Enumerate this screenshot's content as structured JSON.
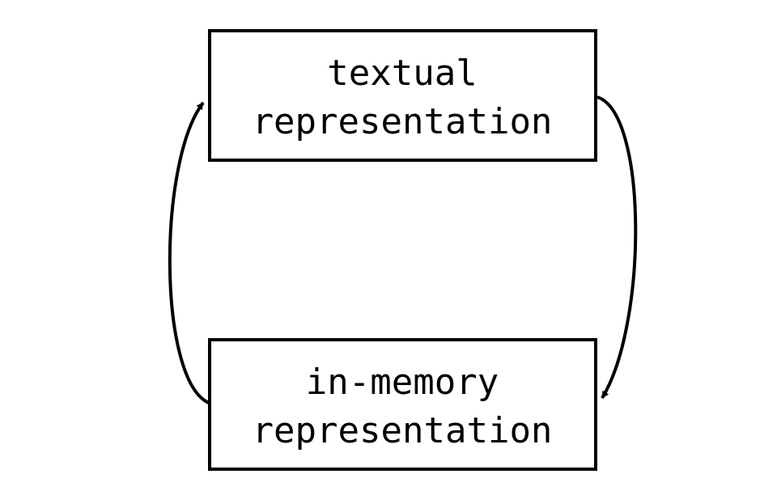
{
  "diagram": {
    "nodes": [
      {
        "id": "textual",
        "lines": [
          "textual",
          "representation"
        ]
      },
      {
        "id": "in-memory",
        "lines": [
          "in-memory",
          "representation"
        ]
      }
    ],
    "edges": [
      {
        "from": "textual",
        "to": "in-memory",
        "side": "right"
      },
      {
        "from": "in-memory",
        "to": "textual",
        "side": "left"
      }
    ],
    "colors": {
      "stroke": "#000000",
      "background": "#ffffff",
      "text": "#000000"
    }
  }
}
